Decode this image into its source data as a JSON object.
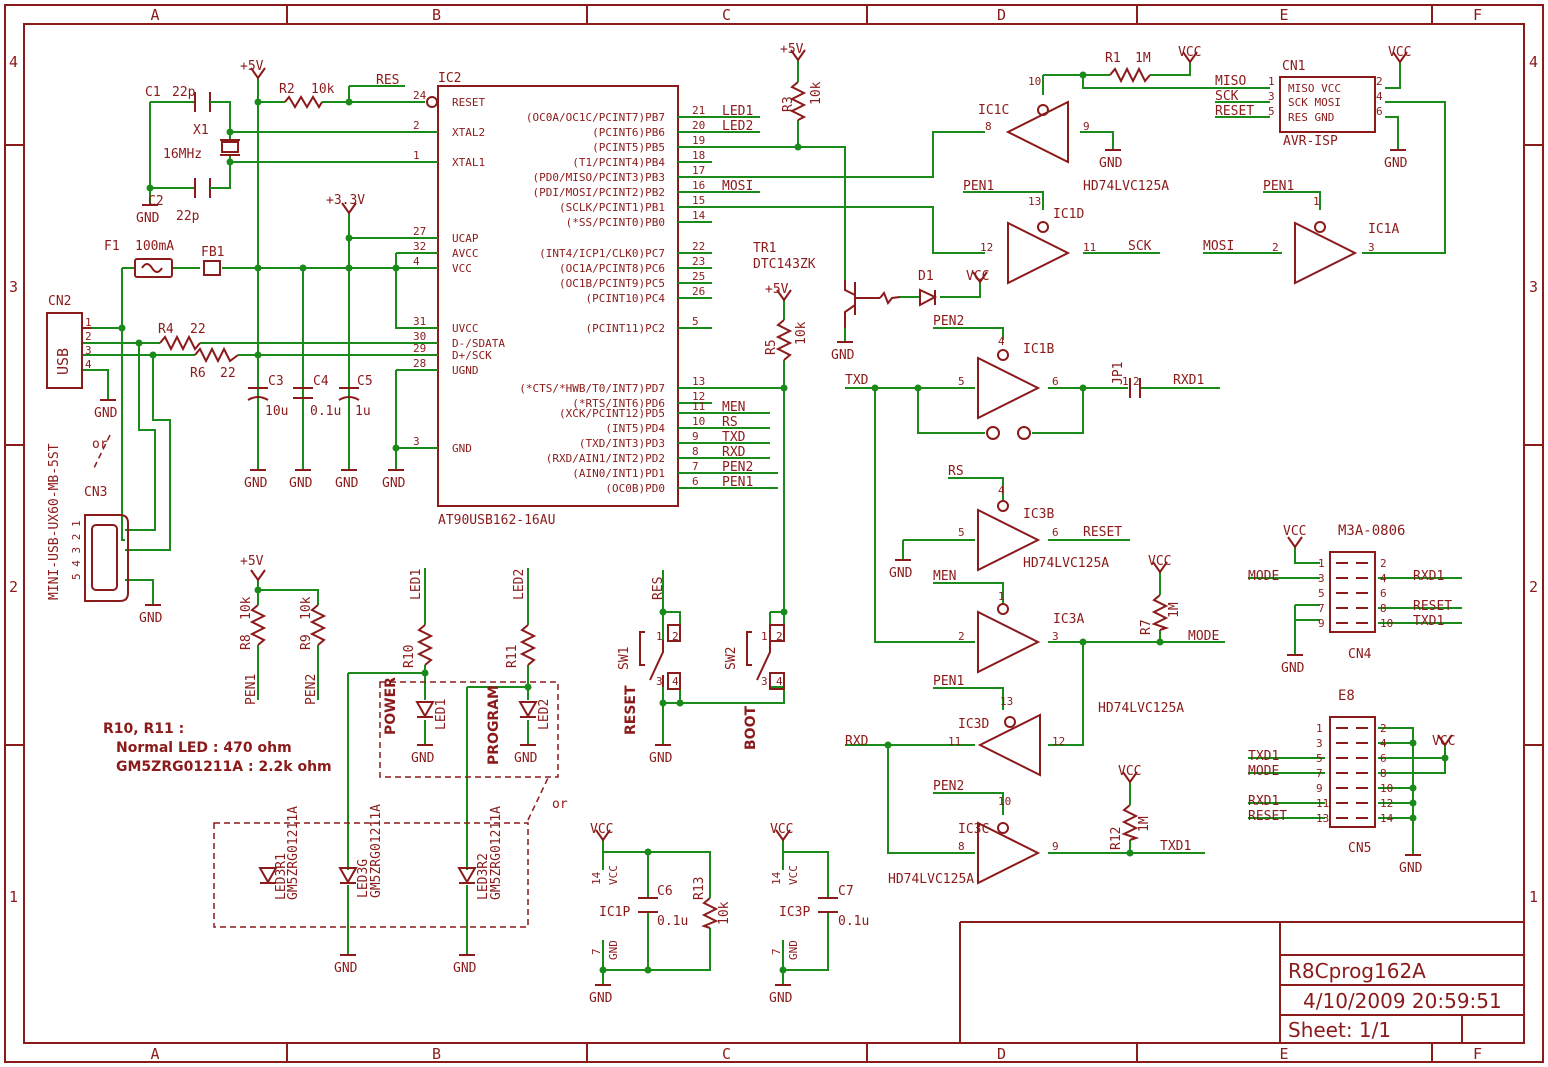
{
  "frame": {
    "cols": [
      "A",
      "B",
      "C",
      "D",
      "E",
      "F"
    ],
    "rows": [
      "4",
      "3",
      "2",
      "1"
    ]
  },
  "title_block": {
    "name": "R8Cprog162A",
    "datetime": "4/10/2009 20:59:51",
    "sheet": "Sheet: 1/1"
  },
  "mcu": {
    "ref": "IC2",
    "part": "AT90USB162-16AU",
    "left_pins": [
      {
        "num": "24",
        "name": "RESET"
      },
      {
        "num": "2",
        "name": "XTAL2"
      },
      {
        "num": "1",
        "name": "XTAL1"
      },
      {
        "num": "27",
        "name": "UCAP"
      },
      {
        "num": "32",
        "name": "AVCC"
      },
      {
        "num": "4",
        "name": "VCC"
      },
      {
        "num": "31",
        "name": "UVCC"
      },
      {
        "num": "30",
        "name": "D-/SDATA"
      },
      {
        "num": "29",
        "name": "D+/SCK"
      },
      {
        "num": "28",
        "name": "UGND"
      },
      {
        "num": "3",
        "name": "GND"
      }
    ],
    "right_pins": [
      {
        "num": "21",
        "name": "(OC0A/OC1C/PCINT7)PB7",
        "net": "LED1"
      },
      {
        "num": "20",
        "name": "(PCINT6)PB6",
        "net": "LED2"
      },
      {
        "num": "19",
        "name": "(PCINT5)PB5",
        "net": ""
      },
      {
        "num": "18",
        "name": "(T1/PCINT4)PB4",
        "net": ""
      },
      {
        "num": "17",
        "name": "(PD0/MISO/PCINT3)PB3",
        "net": ""
      },
      {
        "num": "16",
        "name": "(PDI/MOSI/PCINT2)PB2",
        "net": "MOSI"
      },
      {
        "num": "15",
        "name": "(SCLK/PCINT1)PB1",
        "net": ""
      },
      {
        "num": "14",
        "name": "(*SS/PCINT0)PB0",
        "net": ""
      },
      {
        "num": "22",
        "name": "(INT4/ICP1/CLK0)PC7",
        "net": ""
      },
      {
        "num": "23",
        "name": "(OC1A/PCINT8)PC6",
        "net": ""
      },
      {
        "num": "25",
        "name": "(OC1B/PCINT9)PC5",
        "net": ""
      },
      {
        "num": "26",
        "name": "(PCINT10)PC4",
        "net": ""
      },
      {
        "num": "5",
        "name": "(PCINT11)PC2",
        "net": ""
      },
      {
        "num": "13",
        "name": "(*CTS/*HWB/T0/INT7)PD7",
        "net": ""
      },
      {
        "num": "12",
        "name": "(*RTS/INT6)PD6",
        "net": ""
      },
      {
        "num": "11",
        "name": "(XCK/PCINT12)PD5",
        "net": "MEN"
      },
      {
        "num": "10",
        "name": "(INT5)PD4",
        "net": "RS"
      },
      {
        "num": "9",
        "name": "(TXD/INT3)PD3",
        "net": "TXD"
      },
      {
        "num": "8",
        "name": "(RXD/AIN1/INT2)PD2",
        "net": "RXD"
      },
      {
        "num": "7",
        "name": "(AIN0/INT1)PD1",
        "net": "PEN2"
      },
      {
        "num": "6",
        "name": "(OC0B)PD0",
        "net": "PEN1"
      }
    ]
  },
  "labels": {
    "p5v": "+5V",
    "p33v": "+3.3V",
    "vcc": "VCC",
    "gnd": "GND",
    "c1": "C1",
    "c1v": "22p",
    "c2": "C2",
    "c2v": "22p",
    "x1": "X1",
    "x1v": "16MHz",
    "r2": "R2",
    "r2v": "10k",
    "res": "RES",
    "f1": "F1",
    "f1v": "100mA",
    "fb1": "FB1",
    "cn2": "CN2",
    "usb": "USB",
    "r4": "R4",
    "r4v": "22",
    "r6": "R6",
    "r6v": "22",
    "c3": "C3",
    "c3v": "10u",
    "c4": "C4",
    "c4v": "0.1u",
    "c5": "C5",
    "c5v": "1u",
    "cn3": "CN3",
    "miniusb": "MINI-USB-UX60-MB-5ST",
    "or": "or",
    "r3": "R3",
    "r3v": "10k",
    "tr1": "TR1",
    "tr1v": "DTC143ZK",
    "r5": "R5",
    "r5v": "10k",
    "d1": "D1",
    "r1": "R1",
    "r1v": "1M",
    "ic1c": "IC1C",
    "ic1d": "IC1D",
    "ic1a": "IC1A",
    "ic1b": "IC1B",
    "ic3b": "IC3B",
    "ic3a": "IC3A",
    "ic3d": "IC3D",
    "ic3c": "IC3C",
    "ic1p": "IC1P",
    "ic3p": "IC3P",
    "hd": "HD74LVC125A",
    "cn1": "CN1",
    "avrisp": "AVR-ISP",
    "miso": "MISO",
    "sck": "SCK",
    "reset": "RESET",
    "mosi": "MOSI",
    "pen1": "PEN1",
    "pen2": "PEN2",
    "txd": "TXD",
    "rxd": "RXD",
    "rxd1": "RXD1",
    "txd1": "TXD1",
    "jp1": "JP1",
    "rs": "RS",
    "men": "MEN",
    "mode": "MODE",
    "r7": "R7",
    "r7v": "1M",
    "r12": "R12",
    "r12v": "1M",
    "r8": "R8",
    "r8v": "10k",
    "r9": "R9",
    "r9v": "10k",
    "led1": "LED1",
    "led2": "LED2",
    "r10": "R10",
    "r11": "R11",
    "power": "POWER",
    "program": "PROGRAM",
    "note1": "R10, R11 :",
    "note2": "Normal LED    : 470 ohm",
    "note3": "GM5ZRG01211A : 2.2k ohm",
    "led3r1": "LED3R1",
    "led3g": "LED3G",
    "led3r2": "LED3R2",
    "gm": "GM5ZRG01211A",
    "sw1": "SW1",
    "sw2": "SW2",
    "boot": "BOOT",
    "c6": "C6",
    "c6v": "0.1u",
    "c7": "C7",
    "c7v": "0.1u",
    "r13": "R13",
    "r13v": "10k",
    "m3a": "M3A-0806",
    "cn4": "CN4",
    "e8": "E8",
    "cn5": "CN5"
  },
  "cn4_pins": {
    "left": [
      "1",
      "3",
      "5",
      "7",
      "9"
    ],
    "right": [
      "2",
      "4",
      "6",
      "8",
      "10"
    ]
  },
  "cn5_pins": {
    "left": [
      "1",
      "3",
      "5",
      "7",
      "9",
      "11",
      "13"
    ],
    "right": [
      "2",
      "4",
      "6",
      "8",
      "10",
      "12",
      "14"
    ]
  }
}
